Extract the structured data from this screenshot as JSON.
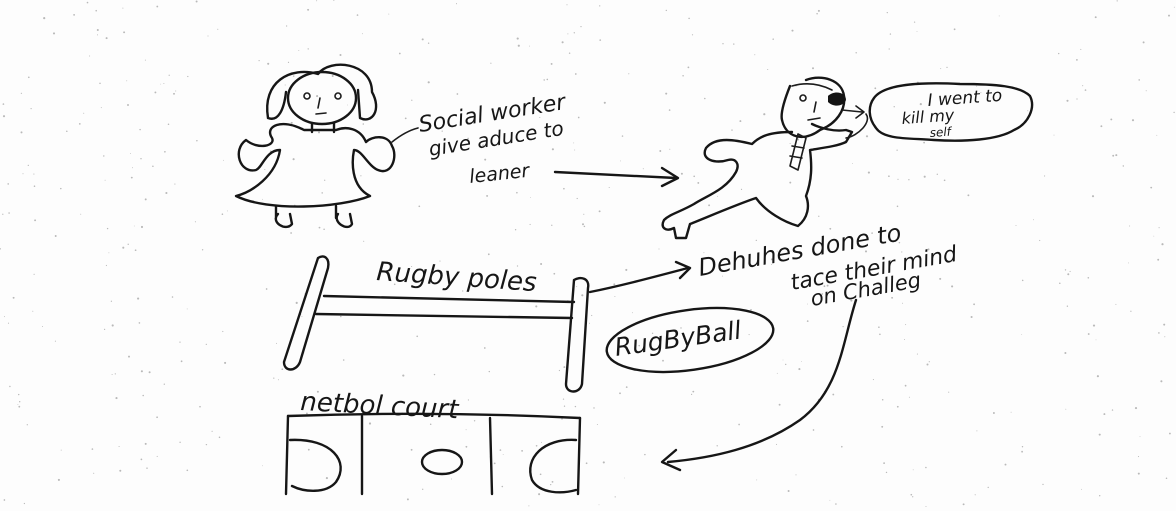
{
  "labels": {
    "social_worker": [
      "Social worker",
      "give aduce to",
      "leaner"
    ],
    "speech_bubble": [
      "I went to",
      "kill my",
      "self"
    ],
    "rugby_poles": "Rugby poles",
    "dehuhes": [
      "Dehuhes done to",
      "tace their mind",
      "on Challeg"
    ],
    "rugby_ball": "RugByBall",
    "netball_court": "netbol court"
  }
}
